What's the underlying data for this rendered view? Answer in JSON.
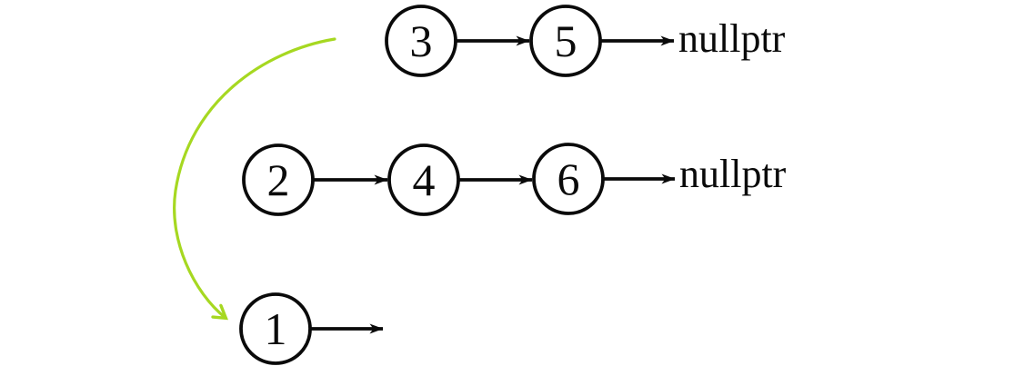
{
  "colors": {
    "ink": "#0a0a0a",
    "background": "#ffffff",
    "annotation_arrow": "#a6d821"
  },
  "lists": [
    {
      "id": "list-top",
      "nodes": [
        {
          "label": "3"
        },
        {
          "label": "5"
        }
      ],
      "terminator_label": "nullptr"
    },
    {
      "id": "list-middle",
      "nodes": [
        {
          "label": "2"
        },
        {
          "label": "4"
        },
        {
          "label": "6"
        }
      ],
      "terminator_label": "nullptr"
    },
    {
      "id": "list-bottom",
      "nodes": [
        {
          "label": "1"
        }
      ],
      "terminator_label": ""
    }
  ],
  "annotation": {
    "type": "curved-arrow",
    "color": "#a6d821",
    "points_to": "node-1"
  }
}
